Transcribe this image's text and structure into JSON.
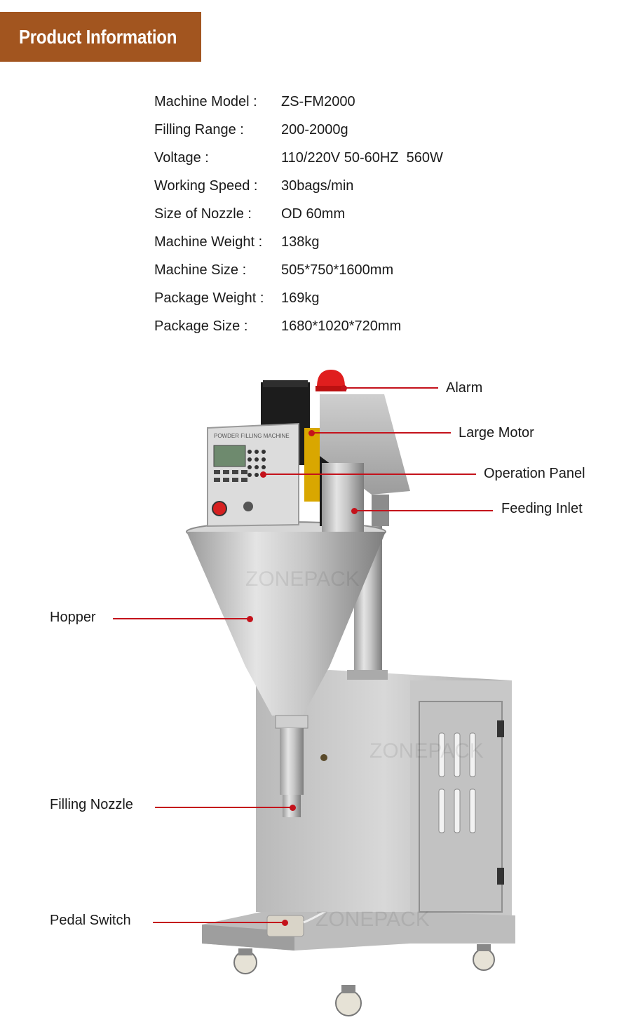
{
  "header": {
    "title": "Product Information",
    "accent_color": "#a2551f"
  },
  "specs": [
    {
      "label": "Machine Model :",
      "value": "ZS-FM2000"
    },
    {
      "label": "Filling Range :",
      "value": "200-2000g"
    },
    {
      "label": "Voltage :",
      "value": "110/220V 50-60HZ  560W"
    },
    {
      "label": "Working Speed :",
      "value": "30bags/min"
    },
    {
      "label": "Size of Nozzle :",
      "value": "OD 60mm"
    },
    {
      "label": "Machine Weight :",
      "value": "138kg"
    },
    {
      "label": "Machine Size :",
      "value": "505*750*1600mm"
    },
    {
      "label": "Package Weight :",
      "value": "169kg"
    },
    {
      "label": "Package Size :",
      "value": "1680*1020*720mm"
    }
  ],
  "callouts": {
    "alarm": "Alarm",
    "large_motor": "Large Motor",
    "operation_panel": "Operation Panel",
    "feeding_inlet": "Feeding Inlet",
    "hopper": "Hopper",
    "filling_nozzle": "Filling Nozzle",
    "pedal_switch": "Pedal Switch"
  },
  "machine": {
    "watermark": "ZONEPACK",
    "panel_title": "POWDER FILLING MACHINE"
  },
  "callout_color": "#c4121b"
}
